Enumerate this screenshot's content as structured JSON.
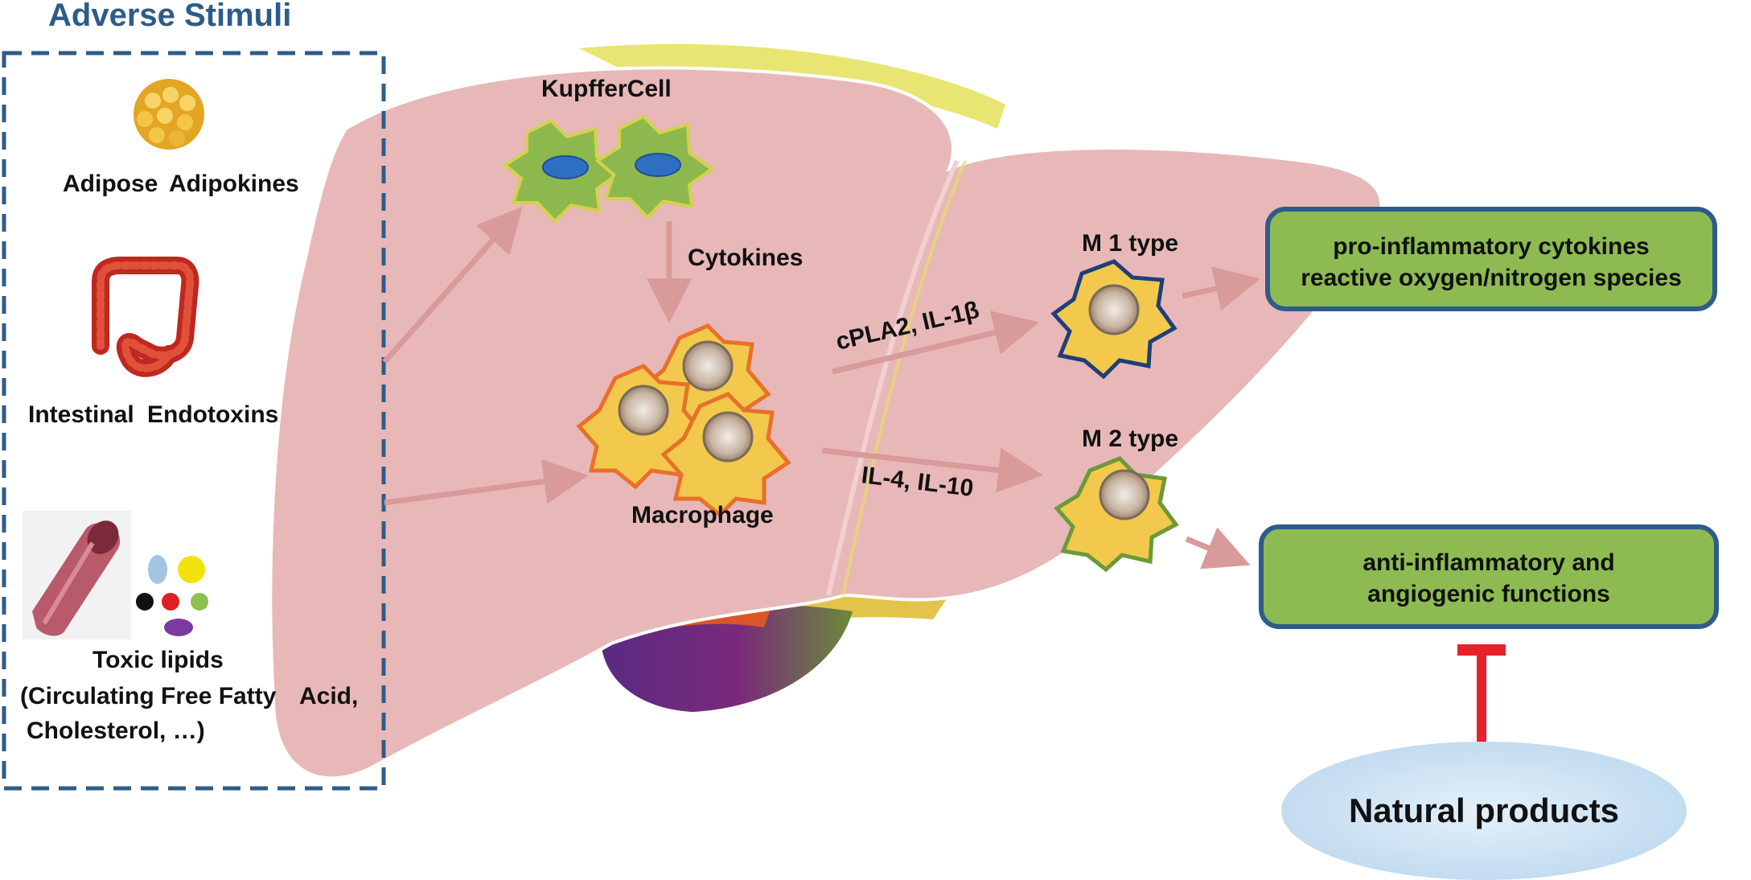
{
  "title": "Adverse Stimuli",
  "stimuli": {
    "adipose": "Adipose",
    "adipokines": "Adipokines",
    "intestinal": "Intestinal",
    "endotoxins": "Endotoxins",
    "toxic_lipids": "Toxic lipids",
    "toxic_detail_1a": "(Circulating Free Fatty",
    "toxic_detail_1b": "Acid,",
    "toxic_detail_2": "Cholesterol, …)"
  },
  "liver": {
    "kupffer": "KupfferCell",
    "cytokines": "Cytokines",
    "macrophage": "Macrophage",
    "m1_pathway": "cPLA2, IL-1β",
    "m2_pathway": "IL-4, IL-10",
    "m1_type": "M 1 type",
    "m2_type": "M 2 type"
  },
  "outcomes": {
    "m1_line1": "pro-inflammatory cytokines",
    "m1_line2": "reactive oxygen/nitrogen species",
    "m2_line1": "anti-inflammatory and",
    "m2_line2": "angiogenic functions"
  },
  "inhibitor": "Natural products",
  "colors": {
    "title": "#2e5c8a",
    "dashed_border": "#2e5c8a",
    "liver": "#e8b8b8",
    "arrow": "#d99a9a",
    "box_fill": "#8dbb52",
    "box_border": "#2e5c8a",
    "inhibit": "#e8202a",
    "natural_products": "#cfe3f3"
  }
}
